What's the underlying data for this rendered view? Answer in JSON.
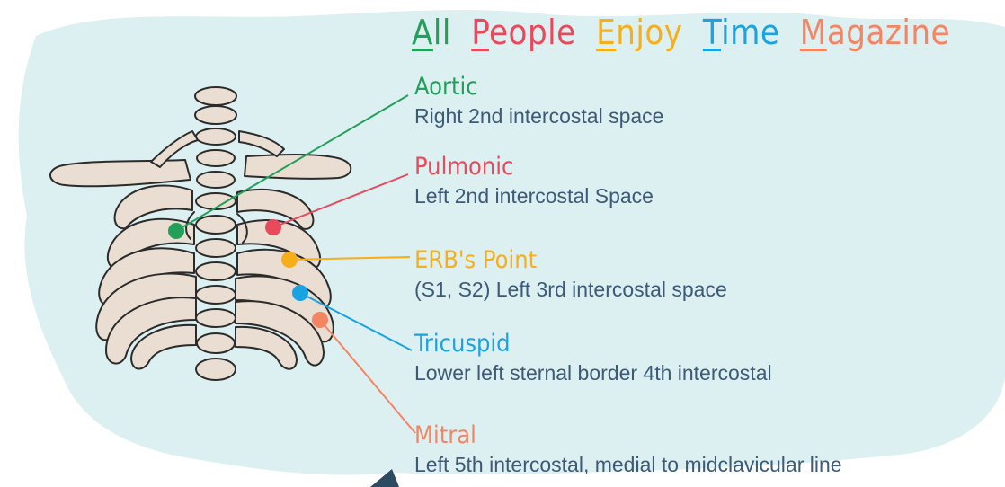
{
  "colors": {
    "background_blob": "#dceff1",
    "ribcage_fill": "#eaddd2",
    "ribcage_stroke": "#2b2b2b",
    "description_text": "#3d5a76",
    "arrow": "#2c4a60"
  },
  "mnemonic": {
    "words": [
      {
        "initial": "A",
        "rest": "ll",
        "color": "#22a05a"
      },
      {
        "initial": "P",
        "rest": "eople",
        "color": "#e84a5b"
      },
      {
        "initial": "E",
        "rest": "njoy",
        "color": "#f6ae1b"
      },
      {
        "initial": "T",
        "rest": "ime",
        "color": "#1aa3e0"
      },
      {
        "initial": "M",
        "rest": "agazine",
        "color": "#f48563"
      }
    ]
  },
  "sites": [
    {
      "name": "Aortic",
      "description": "Right 2nd intercostal space",
      "color": "#22a05a",
      "marker_icon": "aortic-marker-icon"
    },
    {
      "name": "Pulmonic",
      "description": "Left 2nd intercostal Space",
      "color": "#e84a5b",
      "marker_icon": "pulmonic-marker-icon"
    },
    {
      "name": "ERB's Point",
      "description": "(S1, S2) Left 3rd intercostal space",
      "color": "#f6ae1b",
      "marker_icon": "erbs-point-marker-icon"
    },
    {
      "name": "Tricuspid",
      "description": "Lower left sternal border 4th intercostal",
      "color": "#1aa3e0",
      "marker_icon": "tricuspid-marker-icon"
    },
    {
      "name": "Mitral",
      "description": "Left 5th intercostal, medial to midclavicular line",
      "color": "#f48563",
      "marker_icon": "mitral-marker-icon"
    }
  ],
  "illustration": {
    "icon": "ribcage-icon"
  }
}
